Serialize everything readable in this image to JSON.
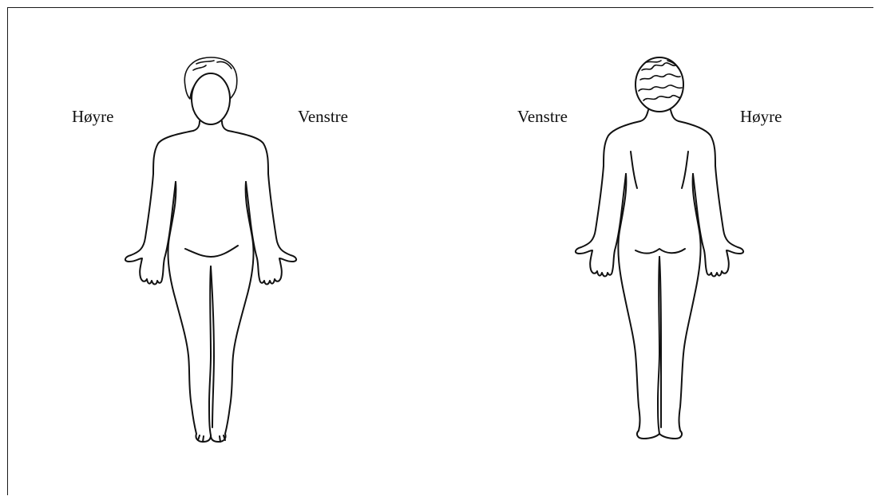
{
  "front_view": {
    "left_label": "Høyre",
    "right_label": "Venstre"
  },
  "back_view": {
    "left_label": "Venstre",
    "right_label": "Høyre"
  }
}
